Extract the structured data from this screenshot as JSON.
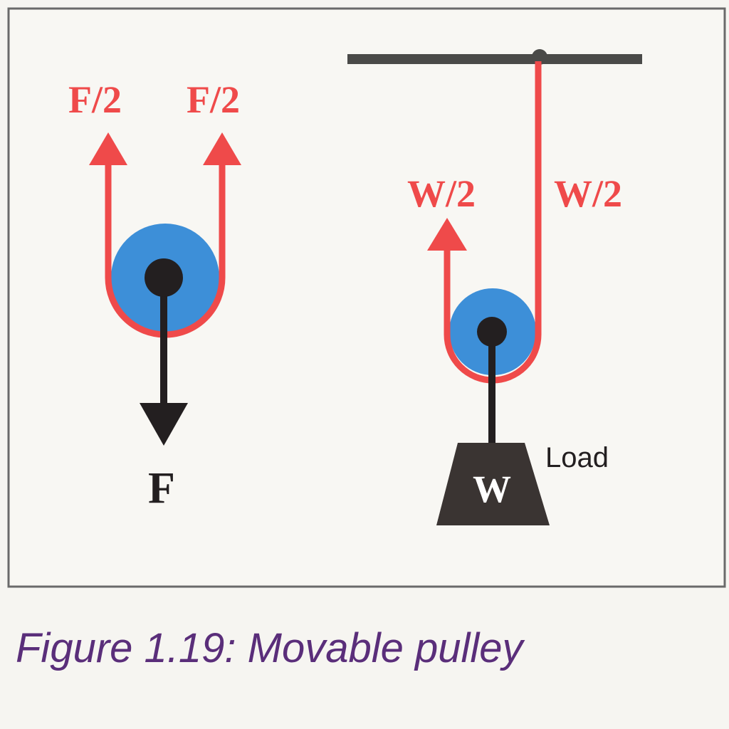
{
  "left_pulley": {
    "force_label_left": "F/2",
    "force_label_right": "F/2",
    "applied_force_label": "F"
  },
  "right_pulley": {
    "tension_label_left": "W/2",
    "tension_label_right": "W/2",
    "load_label": "Load",
    "weight_label": "W"
  },
  "caption": "Figure 1.19: Movable pulley",
  "colors": {
    "rope": "#ef4a4a",
    "pulley": "#3d8fd8",
    "axle": "#231f20",
    "beam": "#4a4a48",
    "caption": "#5a2e7a"
  }
}
